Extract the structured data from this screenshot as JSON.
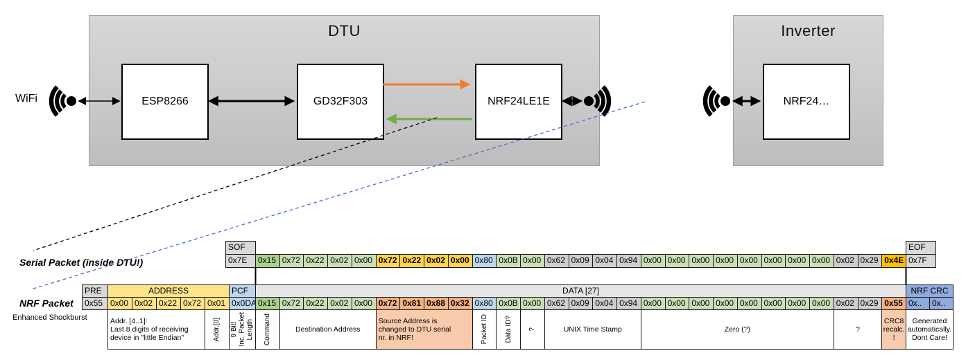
{
  "palette": {
    "gry": "#D9D9D9",
    "yel": "#FFE487",
    "blu": "#BDD7EE",
    "g1": "#C9E0B6",
    "g2": "#A9D18E",
    "gy2": "#D0CECE",
    "gold": "#FFD34D",
    "amb": "#FFC000",
    "org": "#F4B183",
    "orgl": "#F8CBAD",
    "crc": "#8FAADC",
    "hdr": "#E7E6E6"
  },
  "diagram": {
    "wifi_label": "WiFi",
    "dtu": {
      "title": "DTU",
      "components": [
        "ESP8266",
        "GD32F303",
        "NRF24LE1E"
      ]
    },
    "inverter": {
      "title": "Inverter",
      "components": [
        "NRF24…"
      ]
    },
    "arrow_colors": {
      "orange": "#ED7D31",
      "green": "#70AD47",
      "dashed_blue": "#4472C4",
      "dashed_black": "#000000"
    }
  },
  "serial_packet": {
    "label": "Serial Packet (inside DTU!)",
    "sof": {
      "label": "SOF",
      "value": "0x7E"
    },
    "eof": {
      "label": "EOF",
      "value": "0x7F"
    },
    "bytes": [
      {
        "v": "0x15",
        "c": "g2"
      },
      {
        "v": "0x72",
        "c": "g1"
      },
      {
        "v": "0x22",
        "c": "g1"
      },
      {
        "v": "0x02",
        "c": "g1"
      },
      {
        "v": "0x00",
        "c": "g1"
      },
      {
        "v": "0x72",
        "c": "gold",
        "b": 1
      },
      {
        "v": "0x22",
        "c": "gold",
        "b": 1
      },
      {
        "v": "0x02",
        "c": "gold",
        "b": 1
      },
      {
        "v": "0x00",
        "c": "gold",
        "b": 1
      },
      {
        "v": "0x80",
        "c": "blu"
      },
      {
        "v": "0x0B",
        "c": "g1"
      },
      {
        "v": "0x00",
        "c": "g1"
      },
      {
        "v": "0x62",
        "c": "gy2"
      },
      {
        "v": "0x09",
        "c": "gy2"
      },
      {
        "v": "0x04",
        "c": "gy2"
      },
      {
        "v": "0x94",
        "c": "gy2"
      },
      {
        "v": "0x00",
        "c": "g1"
      },
      {
        "v": "0x00",
        "c": "g1"
      },
      {
        "v": "0x00",
        "c": "g1"
      },
      {
        "v": "0x00",
        "c": "g1"
      },
      {
        "v": "0x00",
        "c": "g1"
      },
      {
        "v": "0x00",
        "c": "g1"
      },
      {
        "v": "0x00",
        "c": "g1"
      },
      {
        "v": "0x00",
        "c": "g1"
      },
      {
        "v": "0x02",
        "c": "gy2"
      },
      {
        "v": "0x29",
        "c": "gy2"
      },
      {
        "v": "0x4E",
        "c": "amb",
        "b": 1
      }
    ]
  },
  "nrf_packet": {
    "label": "NRF Packet",
    "sublabel": "Enhanced Shockburst",
    "headers": [
      {
        "label": "PRE",
        "from": 0,
        "to": 0,
        "cls": "gry",
        "align": "left"
      },
      {
        "label": "ADDRESS",
        "from": 1,
        "to": 5,
        "cls": "yel"
      },
      {
        "label": "PCF",
        "from": 6,
        "to": 6,
        "cls": "blu",
        "align": "left"
      },
      {
        "label": "DATA [27]",
        "from": 7,
        "to": 33,
        "cls": "hdr"
      },
      {
        "label": "NRF CRC",
        "from": 34,
        "to": 35,
        "cls": "crc"
      }
    ],
    "bytes": [
      {
        "v": "0x55",
        "c": "gry"
      },
      {
        "v": "0x00",
        "c": "yel"
      },
      {
        "v": "0x02",
        "c": "yel"
      },
      {
        "v": "0x22",
        "c": "yel"
      },
      {
        "v": "0x72",
        "c": "yel"
      },
      {
        "v": "0x01",
        "c": "yel"
      },
      {
        "v": "0x0DA",
        "c": "blu"
      },
      {
        "v": "0x15",
        "c": "g2"
      },
      {
        "v": "0x72",
        "c": "g1"
      },
      {
        "v": "0x22",
        "c": "g1"
      },
      {
        "v": "0x02",
        "c": "g1"
      },
      {
        "v": "0x00",
        "c": "g1"
      },
      {
        "v": "0x72",
        "c": "org",
        "b": 1
      },
      {
        "v": "0x81",
        "c": "org",
        "b": 1
      },
      {
        "v": "0x88",
        "c": "org",
        "b": 1
      },
      {
        "v": "0x32",
        "c": "org",
        "b": 1
      },
      {
        "v": "0x80",
        "c": "blu"
      },
      {
        "v": "0x0B",
        "c": "g1"
      },
      {
        "v": "0x00",
        "c": "g1"
      },
      {
        "v": "0x62",
        "c": "gy2"
      },
      {
        "v": "0x09",
        "c": "gy2"
      },
      {
        "v": "0x04",
        "c": "gy2"
      },
      {
        "v": "0x94",
        "c": "gy2"
      },
      {
        "v": "0x00",
        "c": "g1"
      },
      {
        "v": "0x00",
        "c": "g1"
      },
      {
        "v": "0x00",
        "c": "g1"
      },
      {
        "v": "0x00",
        "c": "g1"
      },
      {
        "v": "0x00",
        "c": "g1"
      },
      {
        "v": "0x00",
        "c": "g1"
      },
      {
        "v": "0x00",
        "c": "g1"
      },
      {
        "v": "0x00",
        "c": "g1"
      },
      {
        "v": "0x02",
        "c": "gy2"
      },
      {
        "v": "0x29",
        "c": "gy2"
      },
      {
        "v": "0x55",
        "c": "org",
        "b": 1
      },
      {
        "v": "0x..",
        "c": "crc"
      },
      {
        "v": "0x..",
        "c": "crc"
      }
    ],
    "annotations": [
      {
        "from": 1,
        "to": 4,
        "text": "Addr. [4..1]:\nLast 8 digits of receiving\ndevice in \"little Endian\"",
        "align": "left"
      },
      {
        "from": 5,
        "to": 5,
        "text": "Addr.[0]",
        "vertical": true
      },
      {
        "from": 6,
        "to": 6,
        "text": "9 Bit!\nInc. Packet\nLength",
        "vertical": true
      },
      {
        "from": 7,
        "to": 7,
        "text": "Command",
        "vertical": true
      },
      {
        "from": 8,
        "to": 11,
        "text": "Destination Address"
      },
      {
        "from": 12,
        "to": 15,
        "text": "Source Address is\nchanged to DTU serial\nnr. in NRF!",
        "align": "left",
        "cls": "orgl"
      },
      {
        "from": 16,
        "to": 16,
        "text": "Packet ID",
        "vertical": true
      },
      {
        "from": 17,
        "to": 17,
        "text": "Data ID?",
        "vertical": true
      },
      {
        "from": 18,
        "to": 18,
        "text": "?",
        "vertical": true
      },
      {
        "from": 19,
        "to": 22,
        "text": "UNIX Time Stamp"
      },
      {
        "from": 23,
        "to": 30,
        "text": "Zero (?)"
      },
      {
        "from": 31,
        "to": 32,
        "text": "?"
      },
      {
        "from": 33,
        "to": 33,
        "text": "CRC8\nrecalc.\n!",
        "cls": "orgl"
      },
      {
        "from": 34,
        "to": 35,
        "text": "Generated\nautomatically.\nDont Care!"
      }
    ]
  }
}
